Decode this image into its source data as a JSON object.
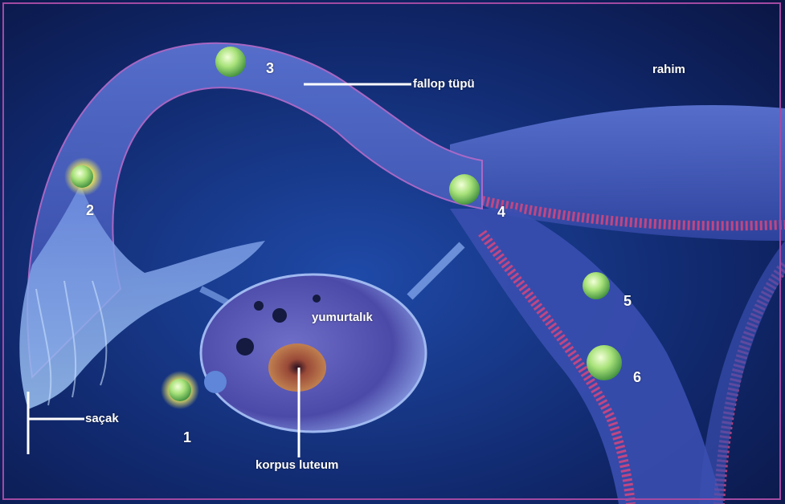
{
  "labels": {
    "rahim": "rahim",
    "fallop": "fallop tüpü",
    "yumurtalik": "yumurtalık",
    "sacak": "saçak",
    "korpus": "korpus luteum"
  },
  "stages": [
    "1",
    "2",
    "3",
    "4",
    "5",
    "6"
  ],
  "colors": {
    "background": "#0b1a4d",
    "tissue": "#3e57b8",
    "lining": "#d0467e",
    "egg": "#a8e27a",
    "frame": "#a24aa2",
    "label": "#ffffff"
  }
}
